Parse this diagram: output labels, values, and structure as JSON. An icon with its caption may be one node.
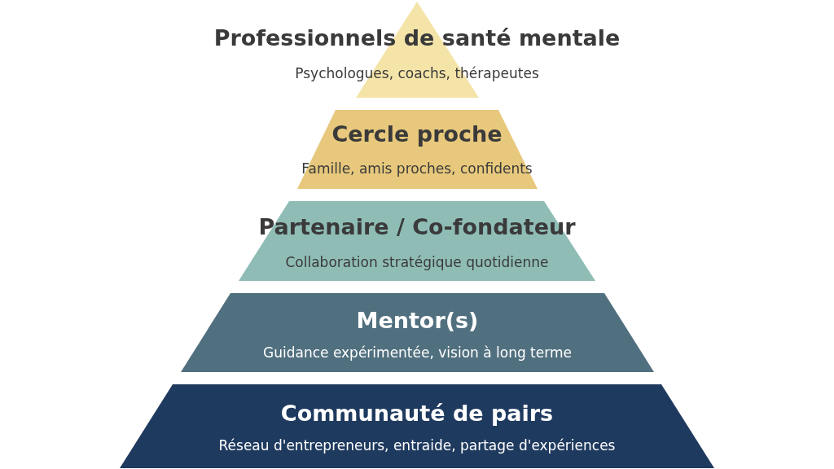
{
  "diagram": {
    "nodes": [
      {
        "text": [
          "Professionnels de santé mentale",
          "Psychologues, coachs, thérapeutes"
        ]
      },
      {
        "text": [
          "Cercle proche",
          "Famille, amis proches, confidents"
        ]
      },
      {
        "text": [
          "Partenaire / Co-fondateur",
          "Collaboration stratégique quotidienne"
        ]
      },
      {
        "text": [
          "Mentor(s)",
          "Guidance expérimentée, vision à long terme"
        ]
      },
      {
        "text": [
          "Communauté de pairs",
          "Réseau d'entrepreneurs, entraide, partage d'expériences"
        ]
      }
    ]
  }
}
